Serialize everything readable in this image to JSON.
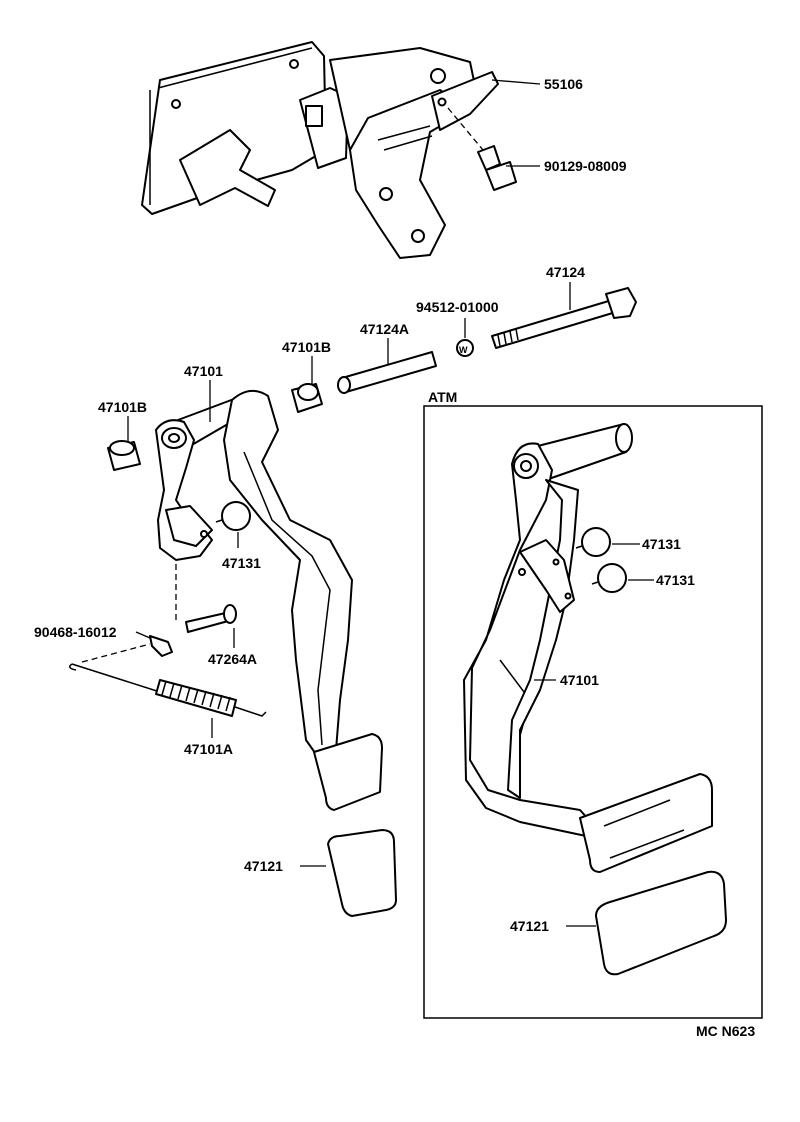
{
  "diagram": {
    "section_label": "ATM",
    "figure_code": "MC N623",
    "callouts": {
      "p55106": "55106",
      "p90129": "90129-08009",
      "p47124": "47124",
      "p94512": "94512-01000",
      "p47124A": "47124A",
      "p47101B_right": "47101B",
      "p47101_top": "47101",
      "p47101B_left": "47101B",
      "p47131_left": "47131",
      "p90468": "90468-16012",
      "p47264A": "47264A",
      "p47101A": "47101A",
      "p47121_left": "47121",
      "atm_47131_a": "47131",
      "atm_47131_b": "47131",
      "atm_47101": "47101",
      "atm_47121": "47121"
    }
  }
}
